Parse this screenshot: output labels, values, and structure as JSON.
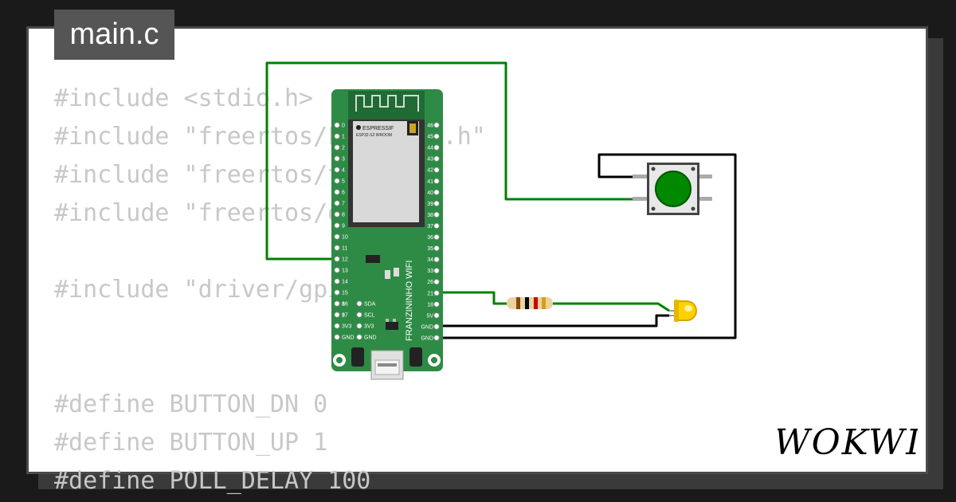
{
  "file_tab": {
    "label": "main.c"
  },
  "code": {
    "lines": [
      "#include <stdio.h>",
      "#include \"freertos/FreeRTOS.h\"",
      "#include \"freertos/task.h\"",
      "#include \"freertos/queue.h\"",
      "",
      "#include \"driver/gpio.h\"",
      "",
      "",
      "#define BUTTON_DN 0",
      "#define BUTTON_UP 1",
      "#define POLL_DELAY 100"
    ]
  },
  "board": {
    "name": "FRANZININHO WIFI",
    "module_vendor": "ESPRESSIF",
    "module_model": "ESP32-S2 WROOM",
    "left_pins": [
      "0",
      "1",
      "2",
      "3",
      "4",
      "5",
      "6",
      "7",
      "8",
      "9",
      "10",
      "11",
      "12",
      "13",
      "14",
      "15",
      "16",
      "17"
    ],
    "left_bottom_pins": [
      "8",
      "9",
      "3V3",
      "GND"
    ],
    "inner_pins": [
      "SDA",
      "SCL",
      "3V3",
      "GND"
    ],
    "right_pins": [
      "46",
      "45",
      "44",
      "43",
      "42",
      "41",
      "40",
      "39",
      "38",
      "37",
      "36",
      "35",
      "34",
      "33",
      "26",
      "21",
      "18",
      "5V",
      "GND",
      "GND"
    ]
  },
  "brand": {
    "logo_text": "WOKWI"
  },
  "colors": {
    "background": "#1a1a1a",
    "board": "#2e8b45",
    "wire_signal": "#008000",
    "wire_ground": "#000000",
    "button_cap": "#008800",
    "led": "#ffd000",
    "code_text": "#c8c8c8",
    "tab_bg": "#555555"
  },
  "icons": [
    "pushbutton-icon",
    "led-icon",
    "resistor-icon",
    "usb-connector-icon",
    "antenna-icon"
  ]
}
